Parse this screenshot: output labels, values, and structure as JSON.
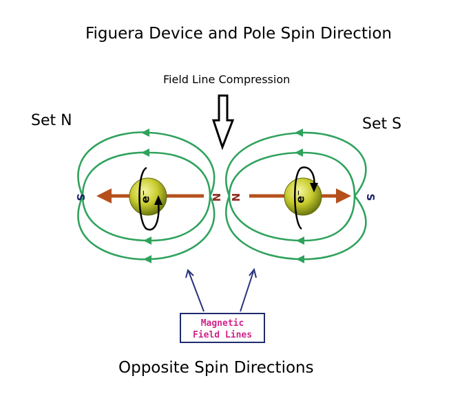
{
  "title": "Figuera Device and Pole Spin Direction",
  "compression_label": "Field Line Compression",
  "set_left_label": "Set N",
  "set_right_label": "Set S",
  "pole_left_outer": "S",
  "pole_left_inner": "N",
  "pole_right_inner": "N",
  "pole_right_outer": "S",
  "electron_label": "e⁻",
  "field_lines_label_line1": "Magnetic",
  "field_lines_label_line2": "Field Lines",
  "caption": "Opposite Spin Directions",
  "colors": {
    "field_line": "#2fa25c",
    "pole_arrow": "#b5501c",
    "pole_label": "#1a1f6b",
    "pole_label_n": "#8a2a1a",
    "sphere": "#c9cc2e",
    "pointer": "#27307a",
    "box_text": "#d0238a"
  },
  "icons": [
    "down-arrow-outline-icon",
    "electron-sphere-icon",
    "spin-arrow-icon"
  ]
}
